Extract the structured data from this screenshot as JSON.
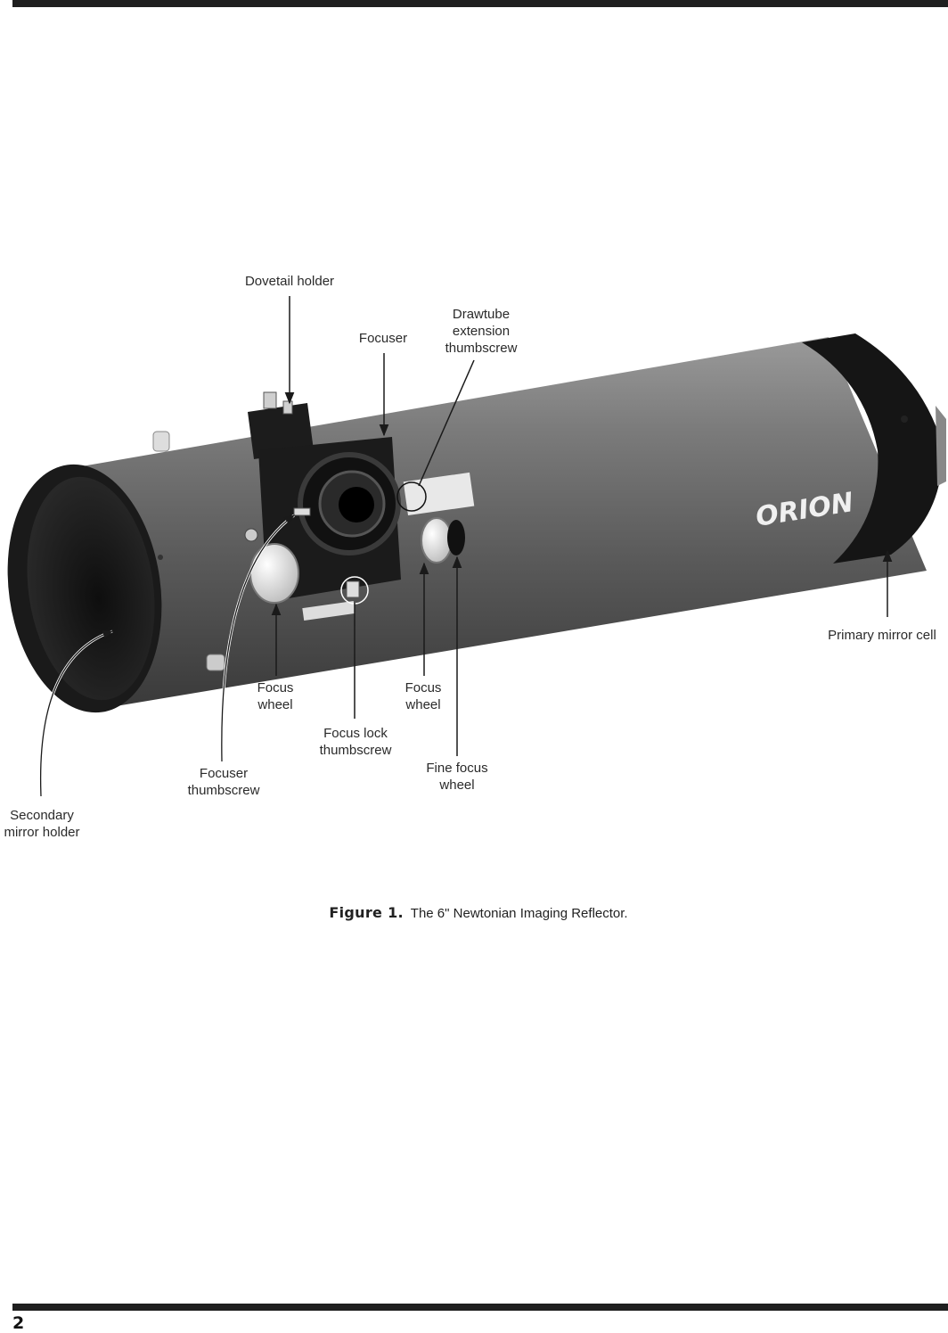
{
  "page": {
    "number": "2"
  },
  "figure": {
    "logo_text": "ORION",
    "labels": {
      "dovetail_holder": "Dovetail holder",
      "focuser": "Focuser",
      "drawtube": "Drawtube\nextension\nthumbscrew",
      "primary_mirror_cell": "Primary mirror cell",
      "focus_wheel_left": "Focus\nwheel",
      "focus_wheel_right": "Focus\nwheel",
      "focus_lock": "Focus lock\nthumbscrew",
      "fine_focus": "Fine focus\nwheel",
      "focuser_thumbscrew": "Focuser\nthumbscrew",
      "secondary_mirror": "Secondary\nmirror holder"
    }
  },
  "caption": {
    "label": "Figure 1.",
    "text": "The 6\" Newtonian Imaging Reflector."
  }
}
